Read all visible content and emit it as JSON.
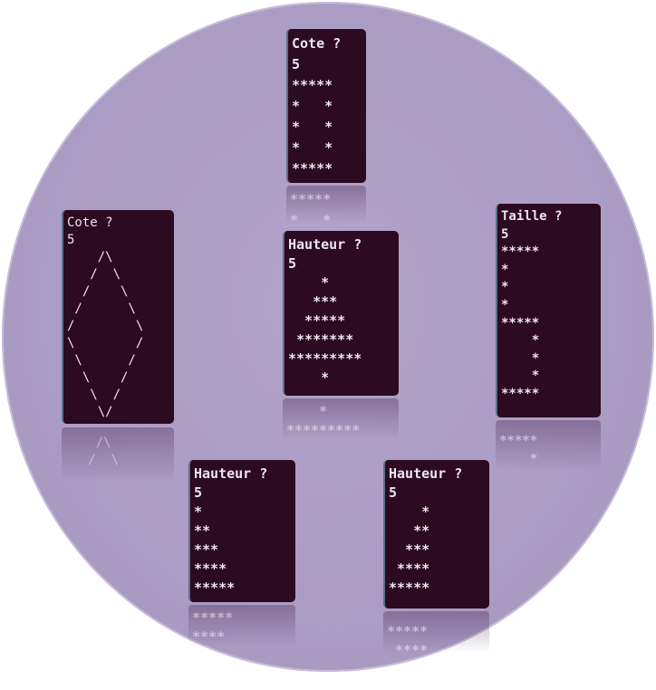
{
  "terminals": {
    "square": {
      "lines": "Cote ?\n5\n*****\n*   *\n*   *\n*   *\n*****",
      "reflection": "*****\n*   *"
    },
    "diamond": {
      "lines": "Cote ?\n5\n    /\\\n   /  \\\n  /    \\\n /      \\\n/        \\\n\\        /\n \\      /\n  \\    /\n   \\  /\n    \\/",
      "reflection": "    /\\\n   /  \\"
    },
    "pyramid": {
      "lines": "Hauteur ?\n5\n    *\n   ***\n  *****\n *******\n*********\n    *",
      "reflection": "    *\n*********"
    },
    "s_shape": {
      "lines": "Taille ?\n5\n*****\n*\n*\n*\n*****\n    *\n    *\n    *\n*****",
      "reflection": "*****\n    *"
    },
    "left_triangle": {
      "lines": "Hauteur ?\n5\n*\n**\n***\n****\n*****",
      "reflection": "*****\n****"
    },
    "right_triangle": {
      "lines": "Hauteur ?\n5\n    *\n   **\n  ***\n ****\n*****",
      "reflection": "*****\n ****"
    }
  }
}
